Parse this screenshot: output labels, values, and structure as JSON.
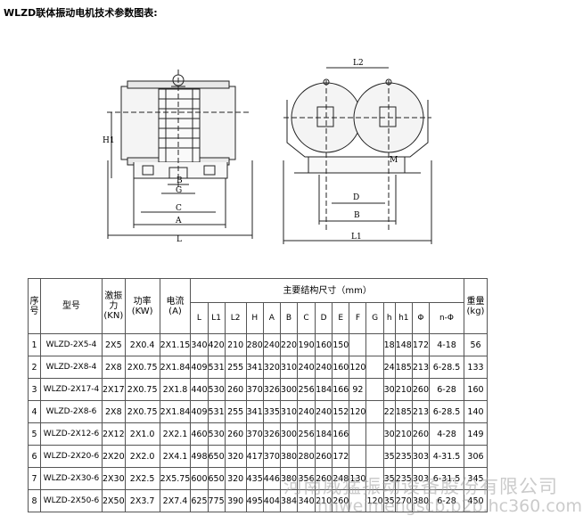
{
  "title": "WLZD联体振动电机技术参数图表:",
  "drawing_labels": {
    "front": [
      "H1",
      "B",
      "G",
      "C",
      "A",
      "L"
    ],
    "side": [
      "L2",
      "M",
      "D",
      "B",
      "L1"
    ]
  },
  "table": {
    "headers": {
      "seq": "序号",
      "model": "型号",
      "force": "激振力",
      "force_unit": "(KN)",
      "power": "功率",
      "power_unit": "(KW)",
      "current": "电流",
      "current_unit": "(A)",
      "dims_group": "主要结构尺寸（mm）",
      "dims": [
        "L",
        "L1",
        "L2",
        "H",
        "A",
        "B",
        "C",
        "D",
        "E",
        "F",
        "G",
        "h",
        "h1",
        "Φ",
        "n-Φ"
      ],
      "weight": "重量",
      "weight_unit": "(kg)"
    },
    "rows": [
      [
        "1",
        "WLZD-2X5-4",
        "2X5",
        "2X0.4",
        "2X1.15",
        "340",
        "420",
        "210",
        "280",
        "240",
        "220",
        "190",
        "160",
        "150",
        "",
        "",
        "18",
        "148",
        "172",
        "4-18",
        "56"
      ],
      [
        "2",
        "WLZD-2X8-4",
        "2X8",
        "2X0.75",
        "2X1.84",
        "409",
        "531",
        "255",
        "341",
        "320",
        "310",
        "240",
        "240",
        "160",
        "120",
        "",
        "24",
        "185",
        "213",
        "6-28.5",
        "133"
      ],
      [
        "3",
        "WLZD-2X17-4",
        "2X17",
        "2X0.75",
        "2X1.8",
        "440",
        "530",
        "260",
        "370",
        "326",
        "300",
        "256",
        "184",
        "166",
        "92",
        "",
        "30",
        "210",
        "260",
        "6-28",
        "160"
      ],
      [
        "4",
        "WLZD-2X8-6",
        "2X8",
        "2X0.75",
        "2X1.84",
        "409",
        "531",
        "255",
        "341",
        "335",
        "310",
        "240",
        "240",
        "152",
        "120",
        "",
        "22",
        "185",
        "213",
        "6-28.5",
        "140"
      ],
      [
        "5",
        "WLZD-2X12-6",
        "2X12",
        "2X1.0",
        "2X2.1",
        "460",
        "530",
        "260",
        "370",
        "326",
        "300",
        "256",
        "184",
        "166",
        "",
        "",
        "30",
        "210",
        "260",
        "4-28",
        "149"
      ],
      [
        "6",
        "WLZD-2X20-6",
        "2X20",
        "2X2.0",
        "2X4.1",
        "498",
        "650",
        "320",
        "417",
        "370",
        "380",
        "280",
        "260",
        "172",
        "",
        "",
        "35",
        "235",
        "303",
        "4-31.5",
        "306"
      ],
      [
        "7",
        "WLZD-2X30-6",
        "2X30",
        "2X2.5",
        "2X5.75",
        "600",
        "650",
        "320",
        "435",
        "446",
        "380",
        "356",
        "260",
        "248",
        "130",
        "",
        "35",
        "235",
        "303",
        "6-31.5",
        "345"
      ],
      [
        "8",
        "WLZD-2X50-6",
        "2X50",
        "2X3.7",
        "2X7.4",
        "625",
        "775",
        "390",
        "495",
        "404",
        "384",
        "340",
        "210",
        "260",
        "",
        "120",
        "35",
        "270",
        "380",
        "6-28",
        "450"
      ]
    ]
  },
  "watermark": {
    "line1": "河南威猛振动设备股份有限公司",
    "line2": "hnweimengscb.b2b.hc360.com"
  }
}
